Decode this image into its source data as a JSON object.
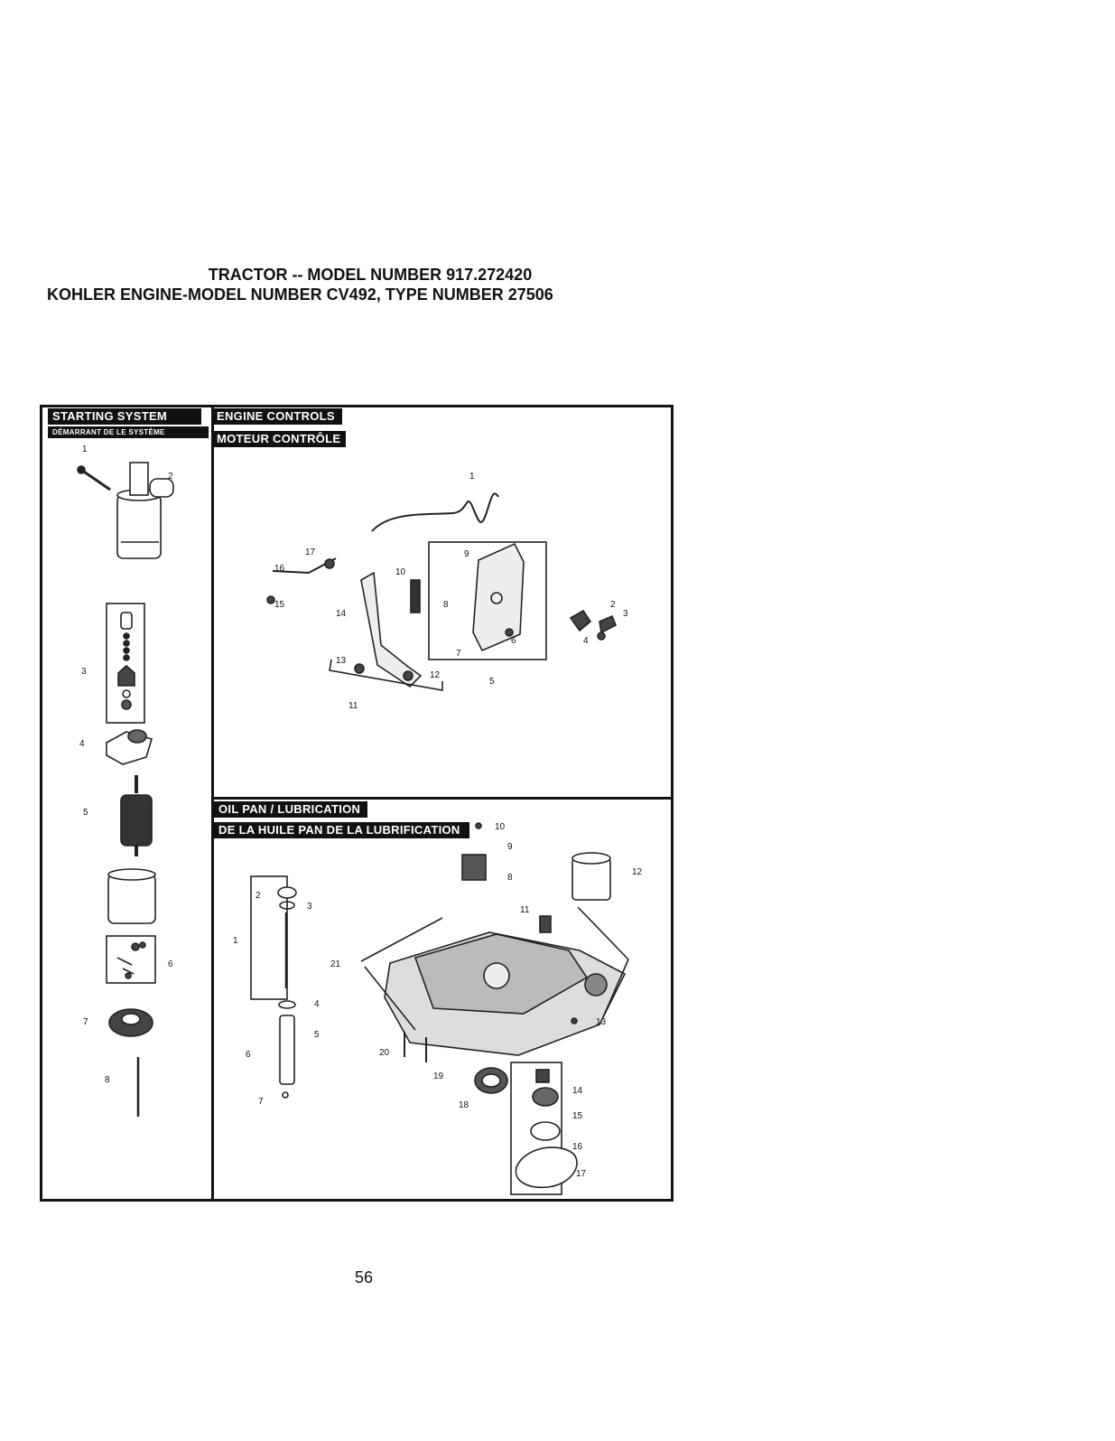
{
  "header": {
    "title": "TRACTOR -- MODEL NUMBER 917.272420",
    "subtitle": "KOHLER ENGINE-MODEL NUMBER CV492, TYPE NUMBER 27506"
  },
  "sections": {
    "starting": {
      "label": "STARTING SYSTEM",
      "label_fr": "DÉMARRANT DE LE SYSTÈME"
    },
    "engine_controls": {
      "label": "ENGINE CONTROLS",
      "label_fr": "MOTEUR CONTRÔLE"
    },
    "oil_pan": {
      "label": "OIL PAN / LUBRICATION",
      "label_fr": "DE LA HUILE PAN DE LA LUBRIFICATION"
    }
  },
  "callouts": {
    "starting": [
      "1",
      "2",
      "3",
      "4",
      "5",
      "6",
      "7",
      "8"
    ],
    "engine": [
      "1",
      "2",
      "3",
      "4",
      "5",
      "6",
      "7",
      "8",
      "9",
      "10",
      "11",
      "12",
      "13",
      "14",
      "15",
      "16",
      "17"
    ],
    "oil": [
      "1",
      "2",
      "3",
      "4",
      "5",
      "6",
      "7",
      "8",
      "9",
      "10",
      "11",
      "12",
      "13",
      "14",
      "15",
      "16",
      "17",
      "18",
      "19",
      "20",
      "21"
    ]
  },
  "page_number": "56"
}
